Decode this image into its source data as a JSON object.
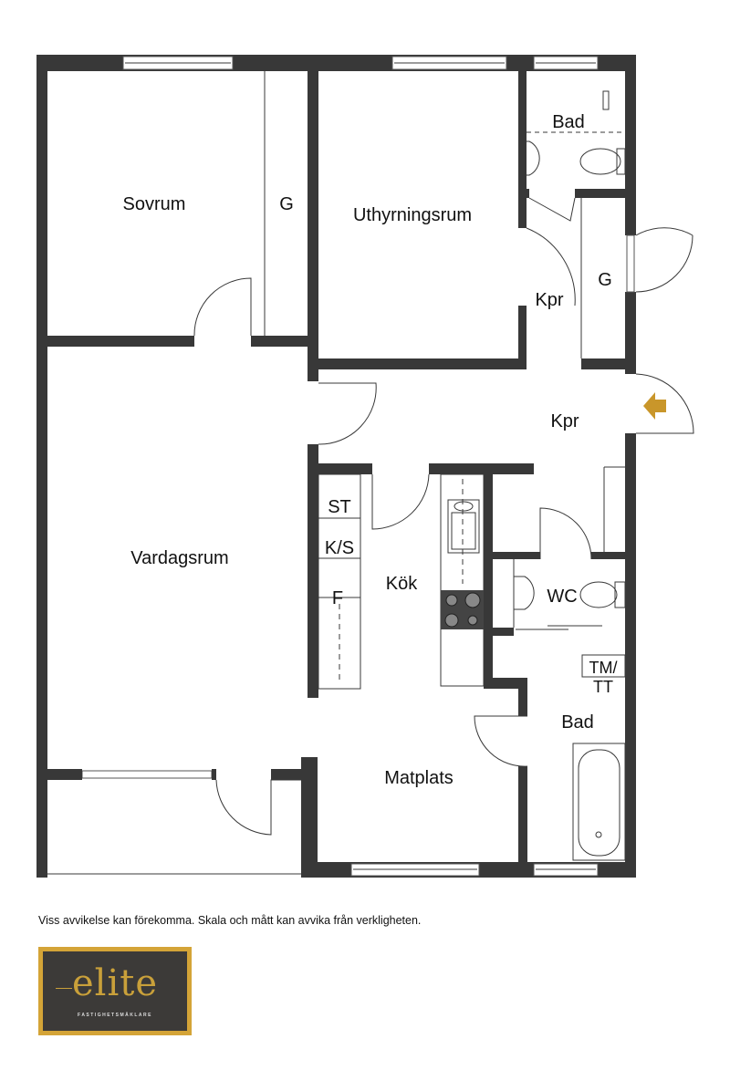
{
  "rooms": {
    "sovrum": "Sovrum",
    "g1": "G",
    "uthyrningsrum": "Uthyrningsrum",
    "bad_top": "Bad",
    "kpr_top": "Kpr",
    "g2": "G",
    "kpr_main": "Kpr",
    "vardagsrum": "Vardagsrum",
    "kok": "Kök",
    "wc": "WC",
    "bad_bottom": "Bad",
    "matplats": "Matplats"
  },
  "appliances": {
    "st": "ST",
    "ks": "K/S",
    "f": "F",
    "tm": "TM/",
    "tt": "TT"
  },
  "disclaimer": "Viss avvikelse kan förekomma. Skala och mått kan avvika från verkligheten.",
  "logo": {
    "word": "elite",
    "subtitle": "FASTIGHETSMÄKLARE"
  },
  "colors": {
    "wall": "#383838",
    "accent": "#d4a437",
    "logo_bg": "#3c3a38"
  }
}
